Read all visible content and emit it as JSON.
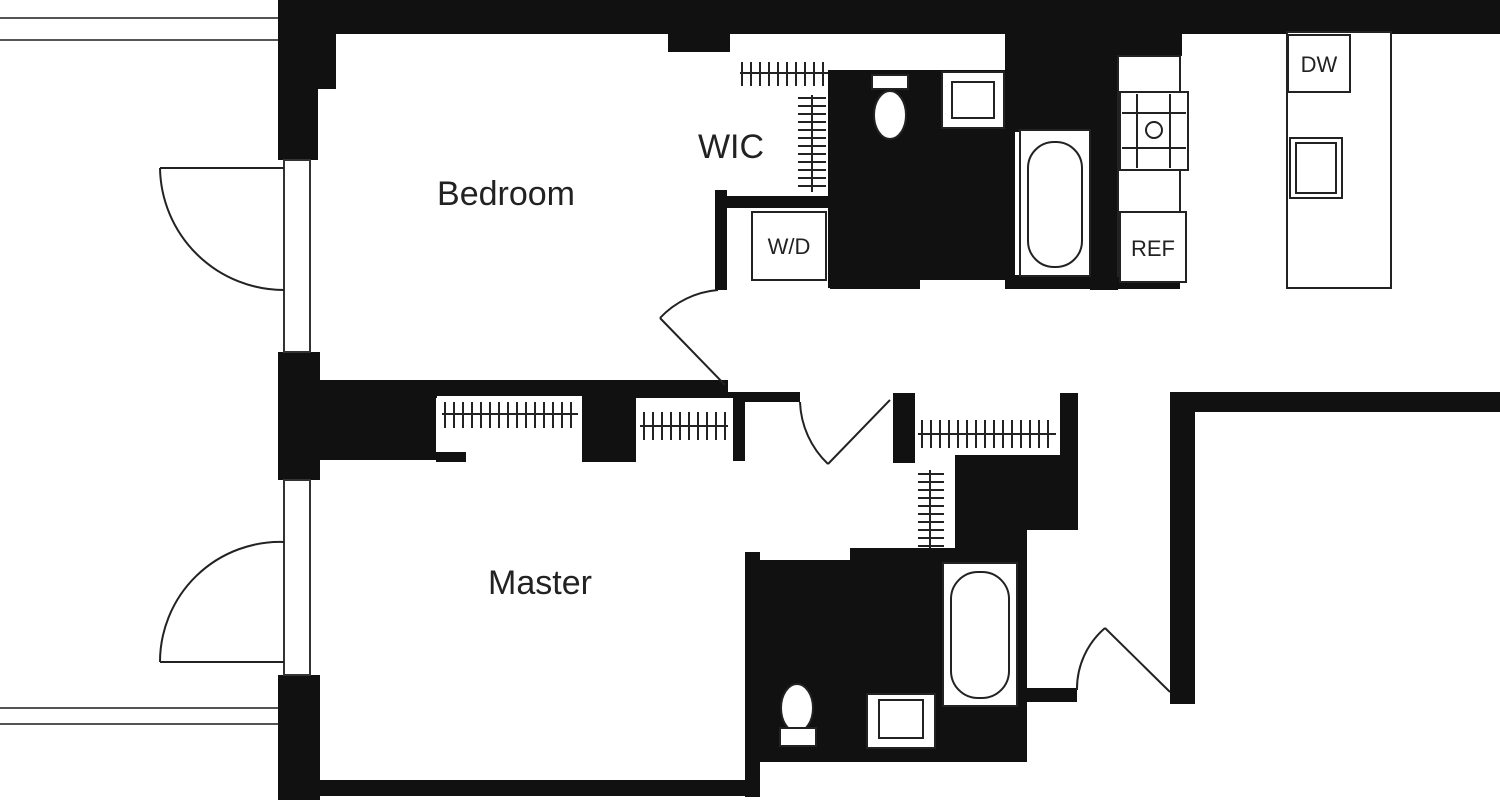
{
  "plan": {
    "rooms": {
      "bedroom": "Bedroom",
      "wic": "WIC",
      "master": "Master"
    },
    "fixtures": {
      "washer_dryer": "W/D",
      "dishwasher": "DW",
      "refrigerator": "REF"
    }
  },
  "colors": {
    "wall": "#111111",
    "background": "#ffffff"
  }
}
